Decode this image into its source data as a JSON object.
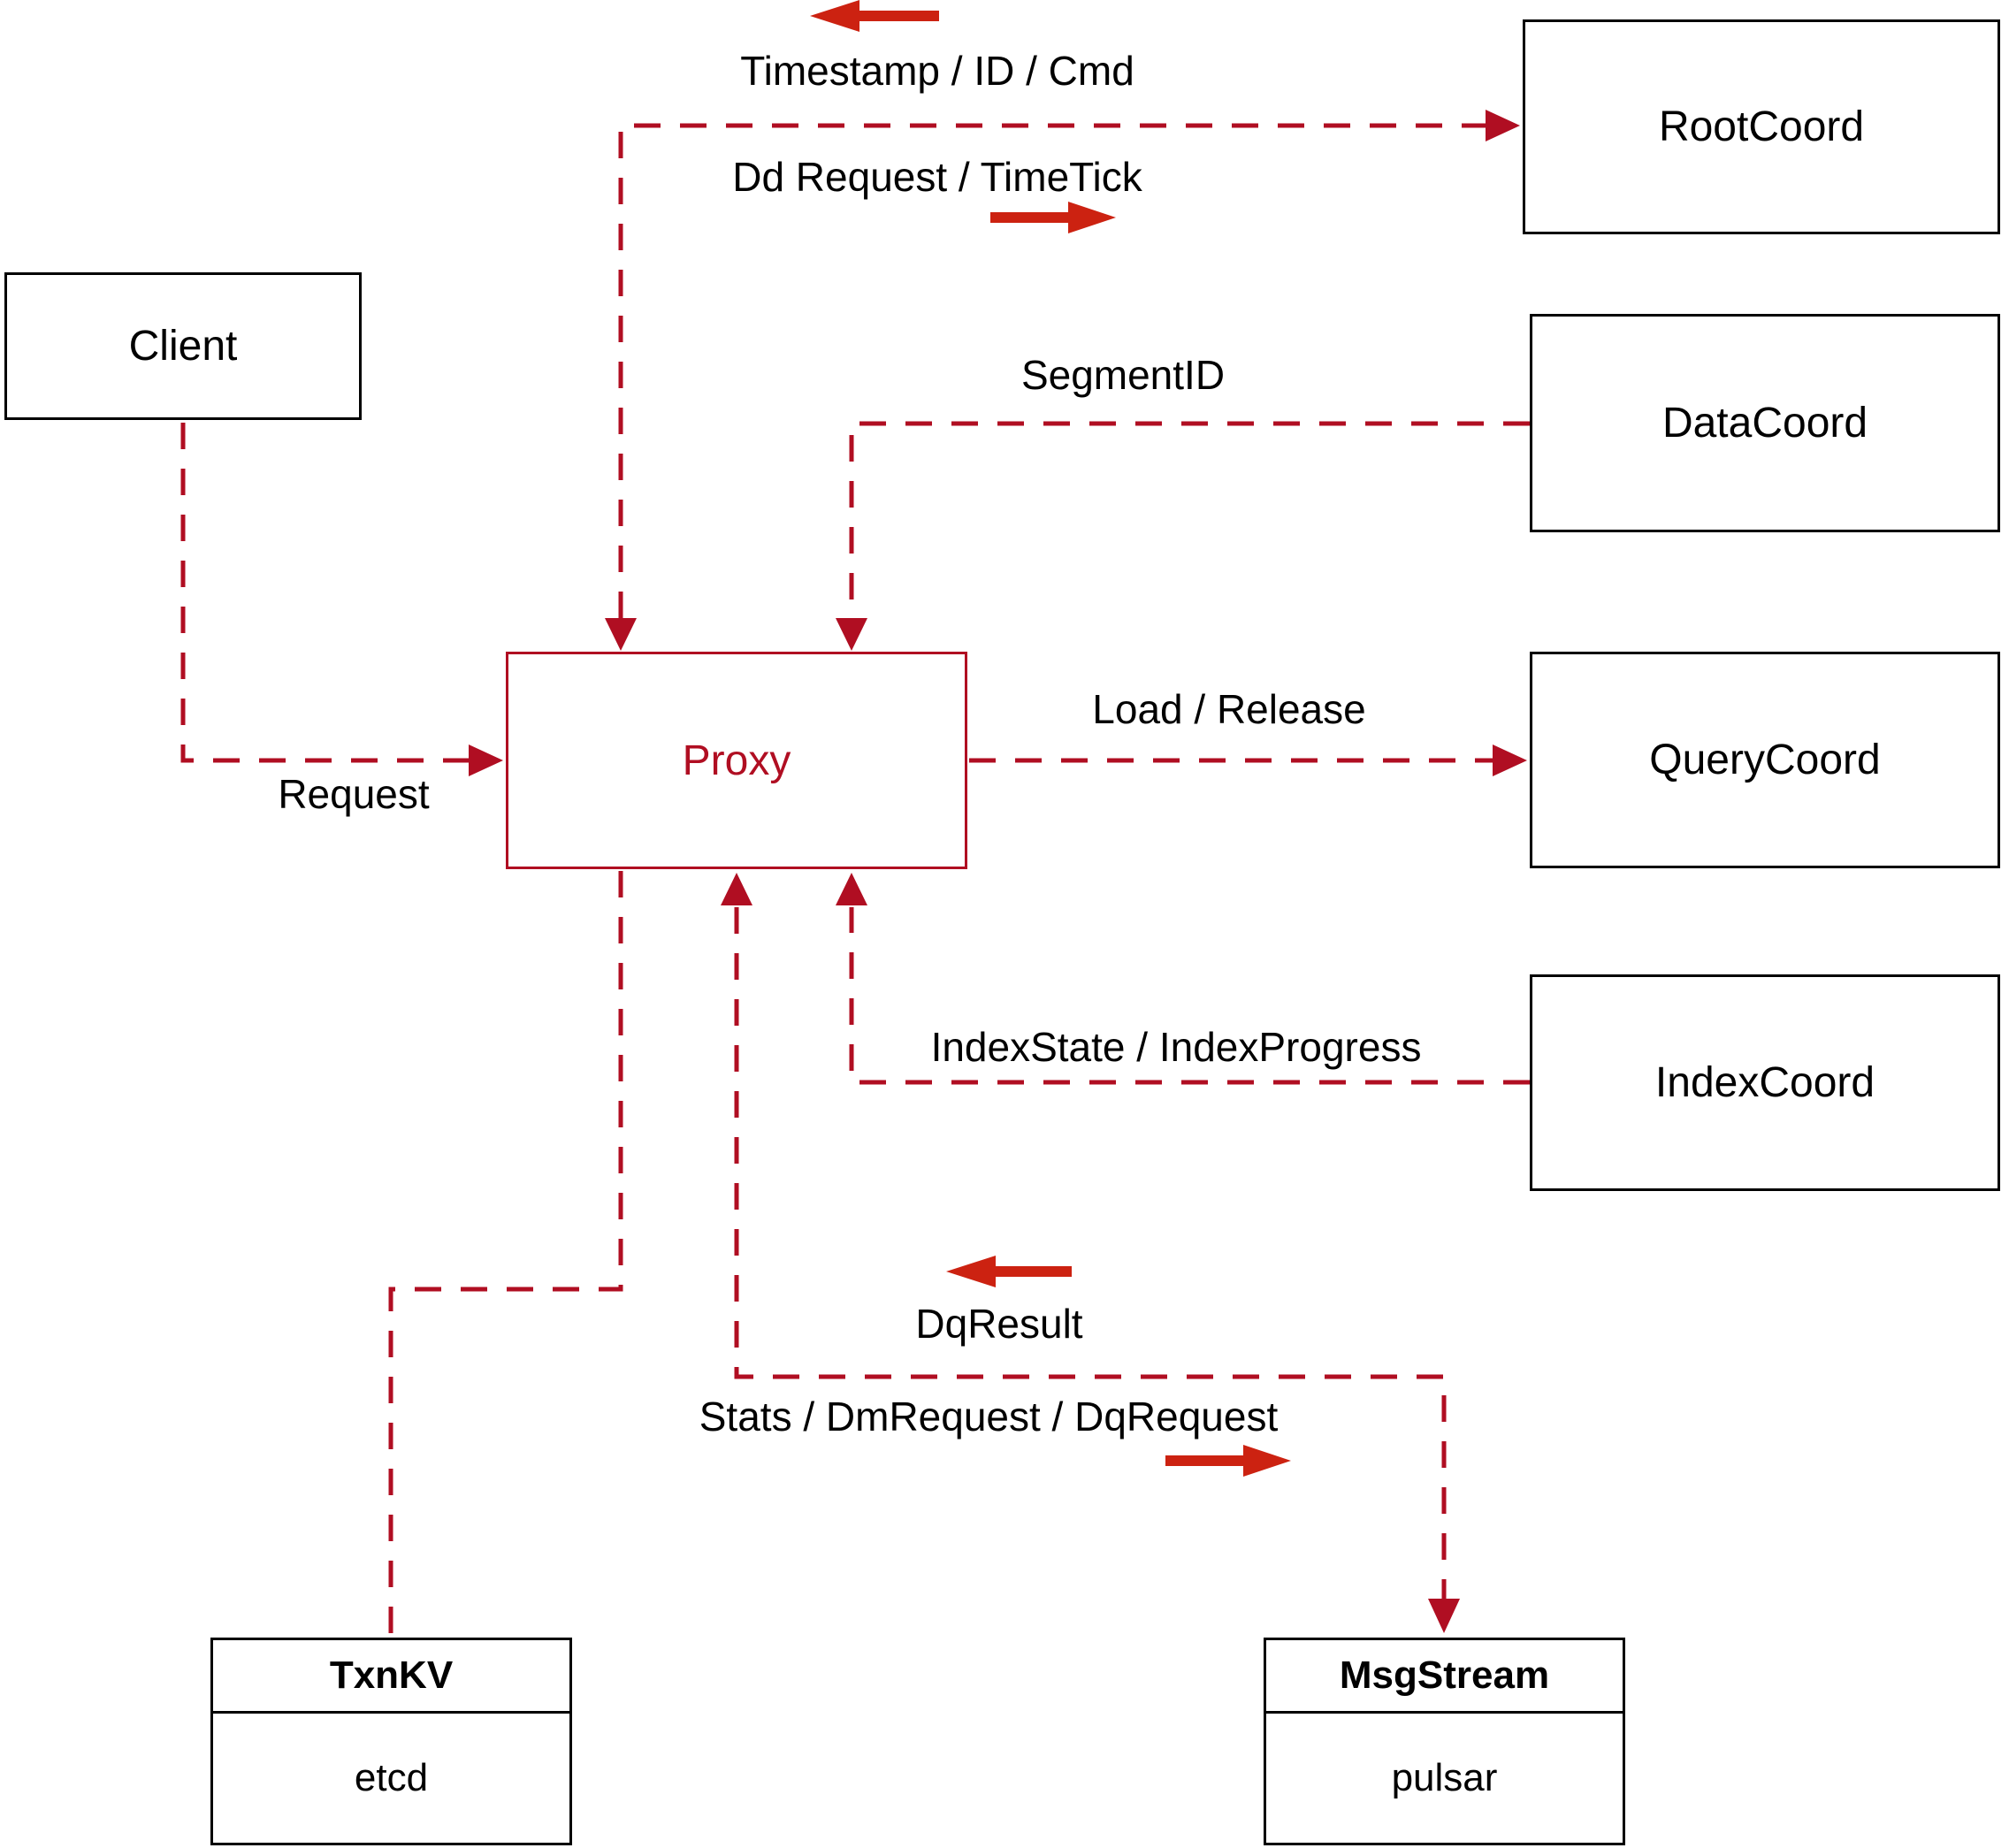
{
  "diagram": {
    "nodes": {
      "client": {
        "label": "Client"
      },
      "proxy": {
        "label": "Proxy"
      },
      "rootcoord": {
        "label": "RootCoord"
      },
      "datacoord": {
        "label": "DataCoord"
      },
      "querycoord": {
        "label": "QueryCoord"
      },
      "indexcoord": {
        "label": "IndexCoord"
      },
      "txnkv": {
        "title": "TxnKV",
        "subtitle": "etcd"
      },
      "msgstream": {
        "title": "MsgStream",
        "subtitle": "pulsar"
      }
    },
    "edge_labels": {
      "timestamp": "Timestamp / ID / Cmd",
      "dd_request": "Dd Request / TimeTick",
      "segment_id": "SegmentID",
      "request": "Request",
      "load_release": "Load / Release",
      "index_state": "IndexState / IndexProgress",
      "dq_result": "DqResult",
      "stats": "Stats / DmRequest / DqRequest"
    },
    "colors": {
      "line": "#b00e22",
      "arrow": "#cc2211",
      "box_border": "#000000",
      "text": "#000000",
      "background": "#ffffff"
    }
  }
}
